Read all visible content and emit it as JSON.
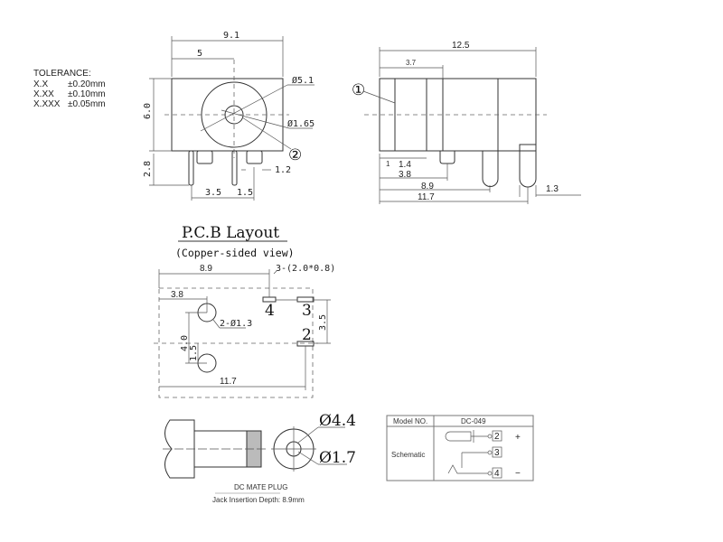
{
  "tolerance": {
    "title": "TOLERANCE:",
    "rows": [
      {
        "format": "X.X",
        "value": "±0.20mm"
      },
      {
        "format": "X.XX",
        "value": "±0.10mm"
      },
      {
        "format": "X.XXX",
        "value": "±0.05mm"
      }
    ]
  },
  "front_view": {
    "width": "9.1",
    "center_offset": "5",
    "height": "6.0",
    "pin_length": "2.8",
    "pin_spacing_a": "3.5",
    "pin_spacing_b": "1.5",
    "pin_width": "1.2",
    "outer_dia": "Ø5.1",
    "inner_dia": "Ø1.65",
    "callout": "②"
  },
  "side_view": {
    "length": "12.5",
    "d1": "3.7",
    "d2": "1",
    "d3": "1.4",
    "d4": "3.8",
    "d5": "8.9",
    "d6": "11.7",
    "d7": "1.3",
    "callout": "①"
  },
  "pcb": {
    "title": "P.C.B Layout",
    "subtitle": "(Copper-sided view)",
    "d_width": "8.9",
    "d_hole": "3.8",
    "pads": "3-(2.0*0.8)",
    "holes": "2-Ø1.3",
    "d_vert": "4.0",
    "d_small": "1.5",
    "d_pad": "3.5",
    "d_total": "11.7",
    "pad_labels": [
      "4",
      "3",
      "2"
    ]
  },
  "plug": {
    "outer_dia": "Ø4.4",
    "inner_dia": "Ø1.7",
    "title": "DC MATE PLUG",
    "depth": "Jack Insertion Depth: 8.9mm"
  },
  "table": {
    "model_label": "Model NO.",
    "model_value": "DC-049",
    "schematic_label": "Schematic",
    "pins": [
      "2",
      "3",
      "4"
    ],
    "plus": "+",
    "minus": "−"
  }
}
